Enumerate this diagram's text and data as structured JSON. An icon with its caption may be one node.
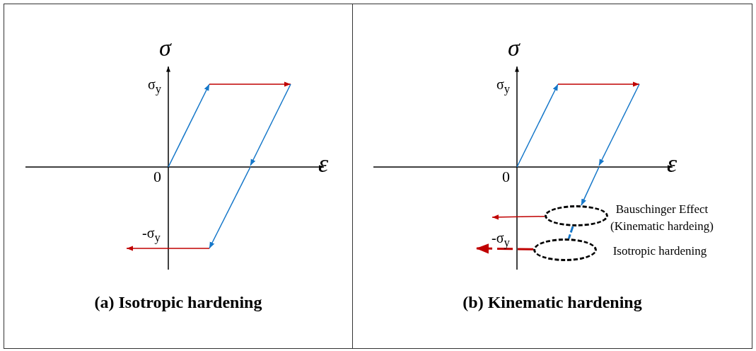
{
  "diagram": {
    "nodes": [
      {
        "text": [
          "(a) Isotropic hardening"
        ]
      },
      {
        "text": [
          "(b) Kinematic hardening"
        ]
      },
      {
        "text": [],
        "shape": "ellipse",
        "in": 1,
        "beside": [
          "Bauschinger Effect (Kinematic hardeing)"
        ]
      },
      {
        "text": [],
        "shape": "ellipse",
        "in": 1,
        "beside": [
          "Isotropic hardening"
        ]
      }
    ],
    "edges": [
      {
        "from": null,
        "to": 2,
        "arrow": "to",
        "color": "#1577c9"
      },
      {
        "from": 2,
        "to": 3,
        "arrow": "none",
        "style": "dashed",
        "color": "#1577c9"
      },
      {
        "from": 2,
        "to": null,
        "arrow": "to",
        "color": "#c00000"
      },
      {
        "from": 3,
        "to": null,
        "arrow": "to",
        "style": "dashed",
        "color": "#c00000"
      }
    ],
    "labels": [
      "σ",
      "σ$_{y}$",
      "ε",
      "0",
      "-σ$_{y}$",
      "σ",
      "σ$_{y}$",
      "ε",
      "0",
      "-σ$_{y}$"
    ]
  }
}
